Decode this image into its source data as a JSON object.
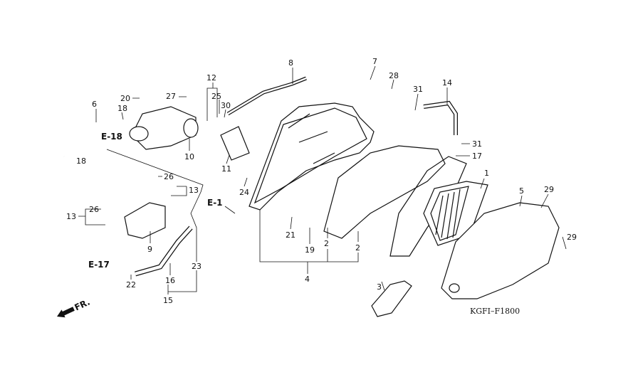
{
  "diagram": {
    "callouts": [
      "8",
      "7",
      "28",
      "12",
      "25",
      "30",
      "27",
      "20",
      "6",
      "18",
      "E-18",
      "18",
      "10",
      "11",
      "31",
      "14",
      "31",
      "17",
      "26",
      "13",
      "13",
      "26",
      "9",
      "24",
      "E-1",
      "1",
      "5",
      "29",
      "29",
      "21",
      "19",
      "2",
      "2",
      "4",
      "3",
      "22",
      "16",
      "15",
      "23",
      "E-17"
    ],
    "front_arrow": "FR.",
    "drawing_code": "KGFI–F1800"
  }
}
